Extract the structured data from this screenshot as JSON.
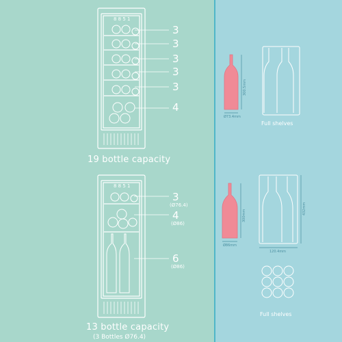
{
  "config_19": {
    "caption": "19  bottle capacity",
    "shelf_counts": [
      "3",
      "3",
      "3",
      "3",
      "3",
      "4"
    ]
  },
  "config_13": {
    "caption": "13  bottle capacity",
    "caption_note": "(3 Bottles Ø76.4)",
    "shelf_counts": [
      {
        "count": "3",
        "diameter": "(Ø76.4)"
      },
      {
        "count": "4",
        "diameter": "(Ø86)"
      },
      {
        "count": "6",
        "diameter": "(Ø86)"
      }
    ]
  },
  "right_panel": {
    "top": {
      "bottle_height": "300.5mm",
      "bottle_diameter": "Ø73.4mm",
      "shelf_label": "Full shelves"
    },
    "bottom": {
      "bottle_height": "300mm",
      "bottle_diameter": "Ø86mm",
      "column_height": "432mm",
      "column_width": "120.4mm",
      "shelf_label": "Full shelves"
    }
  },
  "colors": {
    "left_bg": "#a8d7cb",
    "right_bg": "#a4d6de",
    "divider": "#4fb6c8",
    "bottle": "#f08a96",
    "line_art": "#ffffff",
    "dimension_line": "#4a8fa0"
  }
}
